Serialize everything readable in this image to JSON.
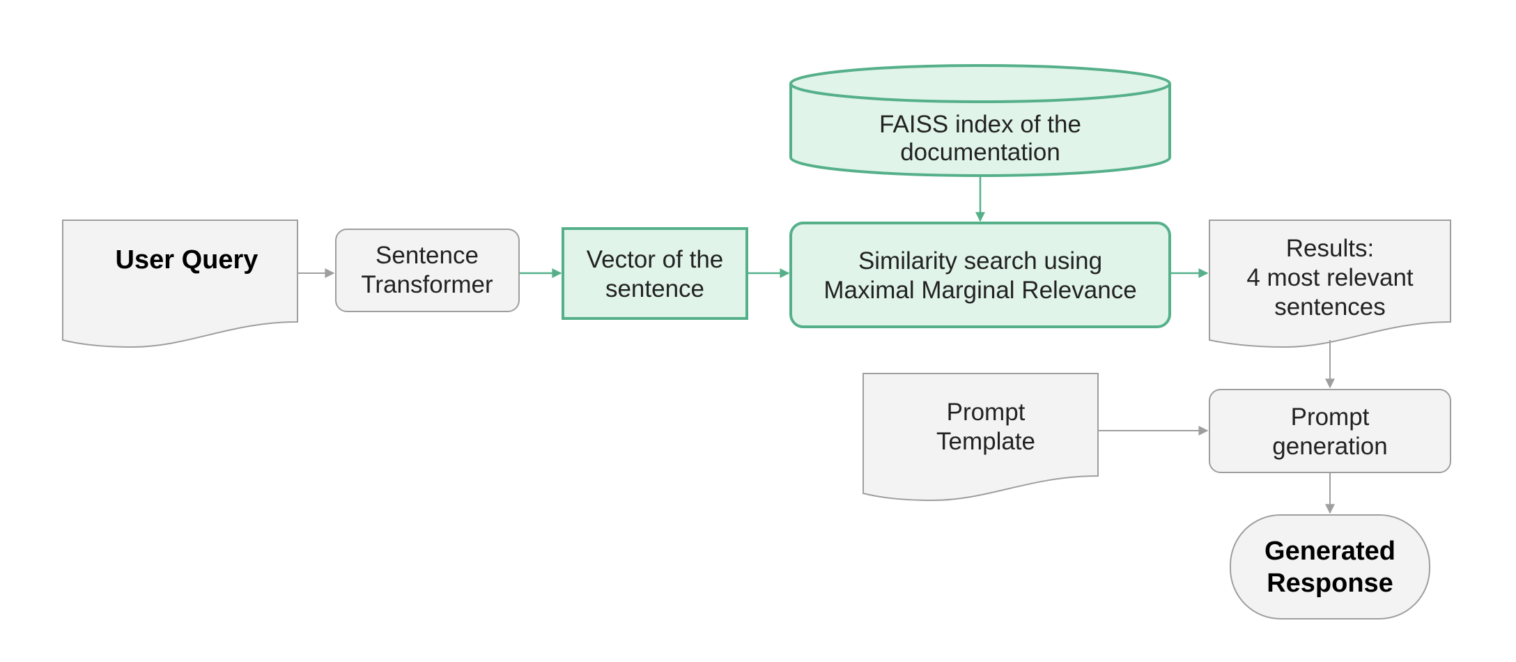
{
  "nodes": {
    "user_query": {
      "label": "User Query"
    },
    "sentence_transformer": {
      "line1": "Sentence",
      "line2": "Transformer"
    },
    "vector": {
      "line1": "Vector of the",
      "line2": "sentence"
    },
    "faiss": {
      "line1": "FAISS index of the",
      "line2": "documentation"
    },
    "similarity": {
      "line1": "Similarity search using",
      "line2": "Maximal Marginal Relevance"
    },
    "results": {
      "line1": "Results:",
      "line2": "4 most relevant",
      "line3": "sentences"
    },
    "prompt_template": {
      "line1": "Prompt",
      "line2": "Template"
    },
    "prompt_generation": {
      "line1": "Prompt",
      "line2": "generation"
    },
    "generated_response": {
      "line1": "Generated",
      "line2": "Response"
    }
  },
  "colors": {
    "gray_fill": "#f3f3f3",
    "gray_stroke": "#9e9e9e",
    "green_fill": "#e0f4e9",
    "green_stroke": "#55b08a"
  }
}
